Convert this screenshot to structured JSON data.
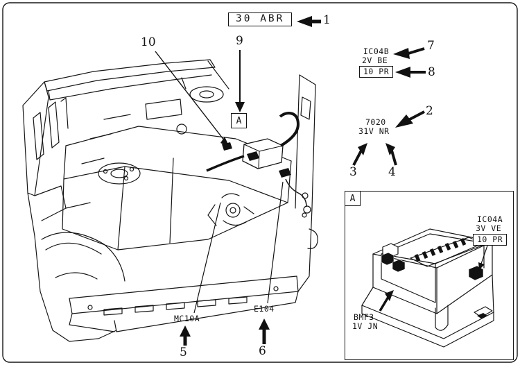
{
  "colors": {
    "line": "#161616",
    "background": "#ffffff",
    "connector_fill": "#111111"
  },
  "title_box": {
    "label": "30 ABR"
  },
  "callouts": {
    "c1": "1",
    "c2": "2",
    "c3": "3",
    "c4": "4",
    "c5": "5",
    "c6": "6",
    "c7": "7",
    "c8": "8",
    "c9": "9",
    "c10": "10"
  },
  "connectors": {
    "ic04b": {
      "name": "IC04B",
      "wire": "2V BE",
      "pin": "10 PR"
    },
    "n7020": {
      "name": "7020",
      "wire": "31V NR"
    },
    "mc10a": {
      "name": "MC10A"
    },
    "e104": {
      "name": "E104"
    }
  },
  "detail_marker": {
    "label": "A"
  },
  "inset": {
    "marker": "A",
    "ic04a": {
      "name": "IC04A",
      "wire": "3V VE",
      "pin": "10 PR"
    },
    "bmf3": {
      "name": "BMF3",
      "wire": "1V JN"
    }
  }
}
